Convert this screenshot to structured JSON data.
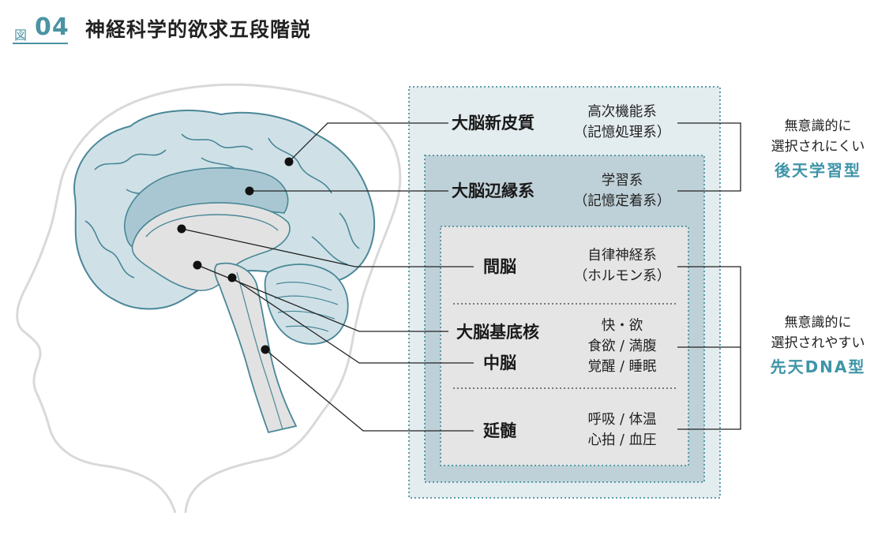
{
  "figure": {
    "tag_prefix": "図",
    "tag_number": "04",
    "title": "神経科学的欲求五段階説"
  },
  "layers": [
    {
      "region": "大脳新皮質",
      "function_lines": [
        "高次機能系",
        "（記憶処理系）"
      ]
    },
    {
      "region": "大脳辺縁系",
      "function_lines": [
        "学習系",
        "（記憶定着系）"
      ]
    },
    {
      "region": "間脳",
      "function_lines": [
        "自律神経系",
        "（ホルモン系）"
      ]
    },
    {
      "region": "大脳基底核",
      "region2": "中脳",
      "function_lines": [
        "快・欲",
        "食欲 / 満腹",
        "覚醒 / 睡眠"
      ]
    },
    {
      "region": "延髄",
      "function_lines": [
        "呼吸 / 体温",
        "心拍 / 血圧"
      ]
    }
  ],
  "groups": {
    "upper": {
      "lines": [
        "無意識的に",
        "選択されにくい"
      ],
      "accent": "後天学習型"
    },
    "lower": {
      "lines": [
        "無意識的に",
        "選択されやすい"
      ],
      "accent": "先天DNA型"
    }
  },
  "colors": {
    "accent": "#4a93a3",
    "accent_text": "#3f95a8",
    "outer_fill": "#e3ecef",
    "middle_fill": "#bfd1d8",
    "inner_fill": "#e5e5e5",
    "brain_cortex": "#cfe1e7",
    "brain_limbic": "#a9c7d2",
    "brain_inner": "#e2e2e2",
    "outline": "#4a8797"
  }
}
